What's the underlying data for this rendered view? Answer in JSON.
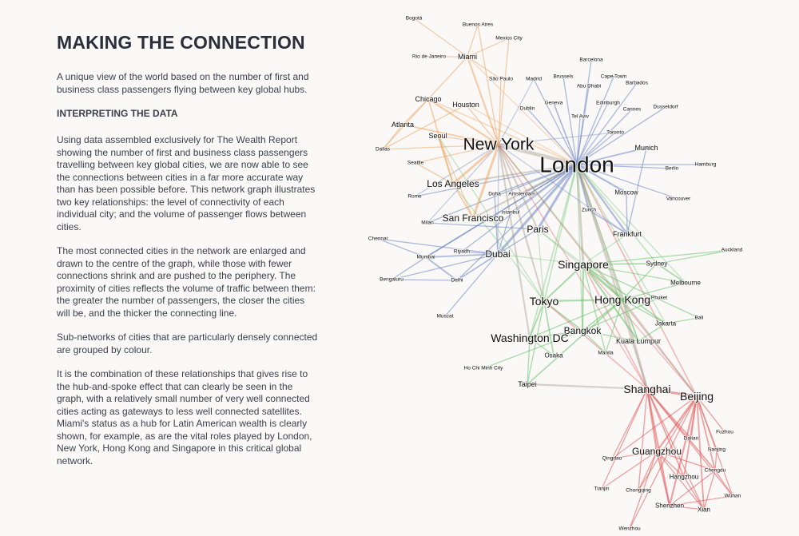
{
  "article": {
    "title": "MAKING THE CONNECTION",
    "intro": "A unique view of the world based on the number of first and business class passengers flying between key global hubs.",
    "section_heading": "INTERPRETING THE DATA",
    "paragraphs": [
      "Using data assembled exclusively for The Wealth Report showing the number of first and business class passengers travelling between key global cities, we are now able to see the connections between cities in a far more accurate way than has been possible before. This network graph illustrates two key relationships: the level of connectivity of each individual city; and the volume of passenger flows between cities.",
      "The most connected cities in the network are enlarged and drawn to the centre of the graph, while those with fewer connections shrink and are pushed to the periphery. The proximity of cities reflects the volume of traffic between them: the greater the number of passengers, the closer the cities will be, and the thicker the connecting line.",
      "Sub-networks of cities that are particularly densely connected are grouped by colour.",
      "It is the combination of these relationships that gives rise to the hub-and-spoke effect that can clearly be seen in the graph, with a relatively small number of very well connected cities acting as gateways to less well connected satellites. Miami's status as a hub for Latin American wealth is clearly shown, for example, as are the vital roles played by London, New York, Hong Kong and Singapore in this critical global network."
    ]
  },
  "colors": {
    "europe": "#6f87c2",
    "americas": "#f0a868",
    "asia": "#6cc36c",
    "china": "#e25a5a"
  },
  "cities": [
    {
      "name": "Bogotá",
      "size": 1,
      "group": "americas"
    },
    {
      "name": "Buenos Aires",
      "size": 1,
      "group": "americas"
    },
    {
      "name": "Mexico City",
      "size": 1,
      "group": "americas"
    },
    {
      "name": "Rio de Janeiro",
      "size": 1,
      "group": "americas"
    },
    {
      "name": "Miami",
      "size": 2,
      "group": "americas"
    },
    {
      "name": "São Paulo",
      "size": 1,
      "group": "americas"
    },
    {
      "name": "Madrid",
      "size": 1,
      "group": "europe"
    },
    {
      "name": "Brussels",
      "size": 1,
      "group": "europe"
    },
    {
      "name": "Barcelona",
      "size": 1,
      "group": "europe"
    },
    {
      "name": "Cape Town",
      "size": 1,
      "group": "europe"
    },
    {
      "name": "Abu Dhabi",
      "size": 1,
      "group": "europe"
    },
    {
      "name": "Barbados",
      "size": 1,
      "group": "europe"
    },
    {
      "name": "Chicago",
      "size": 2,
      "group": "americas"
    },
    {
      "name": "Houston",
      "size": 2,
      "group": "americas"
    },
    {
      "name": "Dublin",
      "size": 1,
      "group": "europe"
    },
    {
      "name": "Geneva",
      "size": 1,
      "group": "europe"
    },
    {
      "name": "Edinburgh",
      "size": 1,
      "group": "europe"
    },
    {
      "name": "Cannes",
      "size": 1,
      "group": "europe"
    },
    {
      "name": "Dusseldorf",
      "size": 1,
      "group": "europe"
    },
    {
      "name": "Tel Aviv",
      "size": 1,
      "group": "europe"
    },
    {
      "name": "Atlanta",
      "size": 2,
      "group": "americas"
    },
    {
      "name": "Seoul",
      "size": 2,
      "group": "americas"
    },
    {
      "name": "Toronto",
      "size": 1,
      "group": "europe"
    },
    {
      "name": "New York",
      "size": 6,
      "group": "americas"
    },
    {
      "name": "Dallas",
      "size": 1,
      "group": "americas"
    },
    {
      "name": "Munich",
      "size": 2,
      "group": "europe"
    },
    {
      "name": "London",
      "size": 7,
      "group": "europe"
    },
    {
      "name": "Seattle",
      "size": 1,
      "group": "americas"
    },
    {
      "name": "Berlin",
      "size": 1,
      "group": "europe"
    },
    {
      "name": "Hamburg",
      "size": 1,
      "group": "europe"
    },
    {
      "name": "Los Angeles",
      "size": 3,
      "group": "americas"
    },
    {
      "name": "Doha",
      "size": 1,
      "group": "europe"
    },
    {
      "name": "Amsterdam",
      "size": 1,
      "group": "europe"
    },
    {
      "name": "Moscow",
      "size": 1.5,
      "group": "europe"
    },
    {
      "name": "Rome",
      "size": 1,
      "group": "europe"
    },
    {
      "name": "Vancouver",
      "size": 1,
      "group": "europe"
    },
    {
      "name": "Istanbul",
      "size": 1,
      "group": "europe"
    },
    {
      "name": "Zurich",
      "size": 1,
      "group": "europe"
    },
    {
      "name": "San Francisco",
      "size": 3,
      "group": "americas"
    },
    {
      "name": "Milan",
      "size": 1,
      "group": "europe"
    },
    {
      "name": "Paris",
      "size": 3,
      "group": "europe"
    },
    {
      "name": "Frankfurt",
      "size": 2,
      "group": "europe"
    },
    {
      "name": "Chennai",
      "size": 1,
      "group": "europe"
    },
    {
      "name": "Riyadh",
      "size": 1,
      "group": "europe"
    },
    {
      "name": "Dubai",
      "size": 3,
      "group": "europe"
    },
    {
      "name": "Auckland",
      "size": 1,
      "group": "asia"
    },
    {
      "name": "Mumbai",
      "size": 1,
      "group": "europe"
    },
    {
      "name": "Singapore",
      "size": 4,
      "group": "asia"
    },
    {
      "name": "Sydney",
      "size": 1.5,
      "group": "asia"
    },
    {
      "name": "Bengaluru",
      "size": 1,
      "group": "europe"
    },
    {
      "name": "Delhi",
      "size": 1,
      "group": "europe"
    },
    {
      "name": "Melbourne",
      "size": 1.5,
      "group": "asia"
    },
    {
      "name": "Tokyo",
      "size": 4,
      "group": "asia"
    },
    {
      "name": "Hong Kong",
      "size": 4,
      "group": "asia"
    },
    {
      "name": "Phuket",
      "size": 1,
      "group": "asia"
    },
    {
      "name": "Muscat",
      "size": 1,
      "group": "europe"
    },
    {
      "name": "Jakarta",
      "size": 1.5,
      "group": "asia"
    },
    {
      "name": "Bali",
      "size": 1,
      "group": "asia"
    },
    {
      "name": "Bangkok",
      "size": 3,
      "group": "asia"
    },
    {
      "name": "Washington DC",
      "size": 4,
      "group": "asia"
    },
    {
      "name": "Kuala Lumpur",
      "size": 2,
      "group": "asia"
    },
    {
      "name": "Osaka",
      "size": 1.5,
      "group": "asia"
    },
    {
      "name": "Manila",
      "size": 1,
      "group": "asia"
    },
    {
      "name": "Ho Chi Minh City",
      "size": 1,
      "group": "asia"
    },
    {
      "name": "Taipei",
      "size": 2,
      "group": "asia"
    },
    {
      "name": "Shanghai",
      "size": 4,
      "group": "china"
    },
    {
      "name": "Beijing",
      "size": 4,
      "group": "china"
    },
    {
      "name": "Fuzhou",
      "size": 1,
      "group": "china"
    },
    {
      "name": "Dalian",
      "size": 1,
      "group": "china"
    },
    {
      "name": "Guangzhou",
      "size": 3,
      "group": "china"
    },
    {
      "name": "Nanjing",
      "size": 1,
      "group": "china"
    },
    {
      "name": "Qingdao",
      "size": 1,
      "group": "china"
    },
    {
      "name": "Chengdu",
      "size": 1,
      "group": "china"
    },
    {
      "name": "Hangzhou",
      "size": 1.5,
      "group": "china"
    },
    {
      "name": "Tianjin",
      "size": 1,
      "group": "china"
    },
    {
      "name": "Chongqing",
      "size": 1,
      "group": "china"
    },
    {
      "name": "Wuhan",
      "size": 1,
      "group": "china"
    },
    {
      "name": "Shenzhen",
      "size": 1.5,
      "group": "china"
    },
    {
      "name": "Xian",
      "size": 1.5,
      "group": "china"
    },
    {
      "name": "Wenzhou",
      "size": 1,
      "group": "china"
    }
  ],
  "links": [
    [
      "London",
      "New York",
      5
    ],
    [
      "London",
      "Paris",
      3
    ],
    [
      "London",
      "Dubai",
      3
    ],
    [
      "London",
      "Singapore",
      3
    ],
    [
      "London",
      "Hong Kong",
      3
    ],
    [
      "London",
      "Frankfurt",
      2
    ],
    [
      "London",
      "Moscow",
      2
    ],
    [
      "London",
      "Zurich",
      2
    ],
    [
      "London",
      "Munich",
      1.5
    ],
    [
      "London",
      "Geneva",
      1.5
    ],
    [
      "London",
      "Dublin",
      1
    ],
    [
      "London",
      "Madrid",
      1
    ],
    [
      "London",
      "Brussels",
      1
    ],
    [
      "London",
      "Amsterdam",
      1.5
    ],
    [
      "London",
      "Edinburgh",
      1
    ],
    [
      "London",
      "Tel Aviv",
      1
    ],
    [
      "London",
      "Toronto",
      1
    ],
    [
      "London",
      "Berlin",
      1
    ],
    [
      "London",
      "Hamburg",
      1
    ],
    [
      "London",
      "Cannes",
      1
    ],
    [
      "London",
      "Dusseldorf",
      1
    ],
    [
      "London",
      "Barcelona",
      1
    ],
    [
      "London",
      "Cape Town",
      1
    ],
    [
      "London",
      "Abu Dhabi",
      1
    ],
    [
      "London",
      "Barbados",
      1
    ],
    [
      "London",
      "Doha",
      1
    ],
    [
      "London",
      "Istanbul",
      1
    ],
    [
      "London",
      "Mumbai",
      1.5
    ],
    [
      "London",
      "Delhi",
      1
    ],
    [
      "London",
      "Riyadh",
      1
    ],
    [
      "London",
      "Sydney",
      1.5
    ],
    [
      "London",
      "Tokyo",
      1.5
    ],
    [
      "London",
      "Shanghai",
      2
    ],
    [
      "London",
      "Beijing",
      1.5
    ],
    [
      "London",
      "Washington DC",
      1.5
    ],
    [
      "London",
      "Bangkok",
      1
    ],
    [
      "London",
      "Kuala Lumpur",
      1
    ],
    [
      "London",
      "Milan",
      1
    ],
    [
      "London",
      "Rome",
      1
    ],
    [
      "London",
      "Vancouver",
      1
    ],
    [
      "London",
      "Los Angeles",
      2
    ],
    [
      "London",
      "San Francisco",
      2
    ],
    [
      "London",
      "Chicago",
      1.5
    ],
    [
      "London",
      "Houston",
      1
    ],
    [
      "London",
      "Miami",
      1
    ],
    [
      "London",
      "Mumbai",
      1
    ],
    [
      "London",
      "Melbourne",
      1
    ],
    [
      "London",
      "Jakarta",
      1
    ],
    [
      "New York",
      "Los Angeles",
      3
    ],
    [
      "New York",
      "San Francisco",
      3
    ],
    [
      "New York",
      "Chicago",
      2
    ],
    [
      "New York",
      "Miami",
      2
    ],
    [
      "New York",
      "Atlanta",
      1.5
    ],
    [
      "New York",
      "Dallas",
      1
    ],
    [
      "New York",
      "Houston",
      1
    ],
    [
      "New York",
      "Seattle",
      1
    ],
    [
      "New York",
      "São Paulo",
      1
    ],
    [
      "New York",
      "Mexico City",
      1
    ],
    [
      "New York",
      "Buenos Aires",
      1
    ],
    [
      "New York",
      "Paris",
      2
    ],
    [
      "New York",
      "Tokyo",
      2
    ],
    [
      "New York",
      "Hong Kong",
      1.5
    ],
    [
      "New York",
      "Washington DC",
      2
    ],
    [
      "New York",
      "Seoul",
      1
    ],
    [
      "New York",
      "Shanghai",
      1
    ],
    [
      "New York",
      "Beijing",
      1
    ],
    [
      "New York",
      "Frankfurt",
      1
    ],
    [
      "New York",
      "Dubai",
      1
    ],
    [
      "New York",
      "Milan",
      1
    ],
    [
      "New York",
      "Rome",
      1
    ],
    [
      "New York",
      "Toronto",
      1
    ],
    [
      "New York",
      "Madrid",
      1
    ],
    [
      "Miami",
      "Bogotá",
      1
    ],
    [
      "Miami",
      "Buenos Aires",
      1
    ],
    [
      "Miami",
      "São Paulo",
      1
    ],
    [
      "Miami",
      "Rio de Janeiro",
      1
    ],
    [
      "Miami",
      "Mexico City",
      1
    ],
    [
      "Miami",
      "Chicago",
      1
    ],
    [
      "Chicago",
      "Atlanta",
      1
    ],
    [
      "Chicago",
      "Dallas",
      1
    ],
    [
      "Chicago",
      "Los Angeles",
      1.5
    ],
    [
      "Atlanta",
      "Dallas",
      1
    ],
    [
      "Los Angeles",
      "Seattle",
      1
    ],
    [
      "Los Angeles",
      "San Francisco",
      1.5
    ],
    [
      "Los Angeles",
      "Seoul",
      1.5
    ],
    [
      "Los Angeles",
      "Tokyo",
      1
    ],
    [
      "Seoul",
      "Tokyo",
      1
    ],
    [
      "Seoul",
      "San Francisco",
      1
    ],
    [
      "Houston",
      "Dallas",
      1
    ],
    [
      "Paris",
      "Dubai",
      1
    ],
    [
      "Paris",
      "Singapore",
      1
    ],
    [
      "Paris",
      "Tokyo",
      1
    ],
    [
      "Paris",
      "Milan",
      1
    ],
    [
      "Paris",
      "Hong Kong",
      1
    ],
    [
      "Dubai",
      "Mumbai",
      1.5
    ],
    [
      "Dubai",
      "Delhi",
      1.5
    ],
    [
      "Dubai",
      "Riyadh",
      1
    ],
    [
      "Dubai",
      "Muscat",
      1
    ],
    [
      "Dubai",
      "Bengaluru",
      1
    ],
    [
      "Dubai",
      "Singapore",
      1
    ],
    [
      "Dubai",
      "Doha",
      1
    ],
    [
      "Dubai",
      "Chennai",
      1
    ],
    [
      "Dubai",
      "Istanbul",
      1
    ],
    [
      "Mumbai",
      "Delhi",
      1.5
    ],
    [
      "Mumbai",
      "Bengaluru",
      1
    ],
    [
      "Delhi",
      "Bengaluru",
      1
    ],
    [
      "Mumbai",
      "Chennai",
      1
    ],
    [
      "Frankfurt",
      "Zurich",
      1
    ],
    [
      "Frankfurt",
      "Moscow",
      1
    ],
    [
      "Frankfurt",
      "Munich",
      1
    ],
    [
      "Frankfurt",
      "Singapore",
      1
    ],
    [
      "Singapore",
      "Hong Kong",
      2.5
    ],
    [
      "Singapore",
      "Tokyo",
      2
    ],
    [
      "Singapore",
      "Sydney",
      1.5
    ],
    [
      "Singapore",
      "Melbourne",
      1
    ],
    [
      "Singapore",
      "Jakarta",
      1.5
    ],
    [
      "Singapore",
      "Bangkok",
      2
    ],
    [
      "Singapore",
      "Kuala Lumpur",
      2
    ],
    [
      "Singapore",
      "Shanghai",
      1.5
    ],
    [
      "Singapore",
      "Beijing",
      1
    ],
    [
      "Singapore",
      "Bali",
      1
    ],
    [
      "Singapore",
      "Manila",
      1
    ],
    [
      "Singapore",
      "Auckland",
      1
    ],
    [
      "Hong Kong",
      "Tokyo",
      2
    ],
    [
      "Hong Kong",
      "Shanghai",
      2.5
    ],
    [
      "Hong Kong",
      "Beijing",
      2
    ],
    [
      "Hong Kong",
      "Bangkok",
      1.5
    ],
    [
      "Hong Kong",
      "Taipei",
      1.5
    ],
    [
      "Hong Kong",
      "Sydney",
      1
    ],
    [
      "Hong Kong",
      "Manila",
      1
    ],
    [
      "Hong Kong",
      "Jakarta",
      1
    ],
    [
      "Hong Kong",
      "Kuala Lumpur",
      1
    ],
    [
      "Hong Kong",
      "Phuket",
      1
    ],
    [
      "Hong Kong",
      "Melbourne",
      1
    ],
    [
      "Hong Kong",
      "Washington DC",
      1
    ],
    [
      "Tokyo",
      "Osaka",
      1.5
    ],
    [
      "Tokyo",
      "Washington DC",
      1.5
    ],
    [
      "Tokyo",
      "Bangkok",
      1.5
    ],
    [
      "Tokyo",
      "Taipei",
      1
    ],
    [
      "Tokyo",
      "Shanghai",
      1.5
    ],
    [
      "Washington DC",
      "Osaka",
      1
    ],
    [
      "Washington DC",
      "Bangkok",
      1
    ],
    [
      "Washington DC",
      "Taipei",
      1
    ],
    [
      "Bangkok",
      "Kuala Lumpur",
      1
    ],
    [
      "Bangkok",
      "Phuket",
      1
    ],
    [
      "Bangkok",
      "Manila",
      1
    ],
    [
      "Bangkok",
      "Ho Chi Minh City",
      1
    ],
    [
      "Sydney",
      "Melbourne",
      1.5
    ],
    [
      "Sydney",
      "Auckland",
      1
    ],
    [
      "Jakarta",
      "Bali",
      1
    ],
    [
      "Kuala Lumpur",
      "Jakarta",
      1
    ],
    [
      "Shanghai",
      "Beijing",
      3
    ],
    [
      "Shanghai",
      "Guangzhou",
      2
    ],
    [
      "Shanghai",
      "Shenzhen",
      2
    ],
    [
      "Shanghai",
      "Hangzhou",
      1.5
    ],
    [
      "Shanghai",
      "Chengdu",
      1.5
    ],
    [
      "Shanghai",
      "Dalian",
      1
    ],
    [
      "Shanghai",
      "Qingdao",
      1
    ],
    [
      "Shanghai",
      "Xian",
      1
    ],
    [
      "Shanghai",
      "Chongqing",
      1
    ],
    [
      "Shanghai",
      "Wuhan",
      1
    ],
    [
      "Shanghai",
      "Taipei",
      2
    ],
    [
      "Shanghai",
      "Tianjin",
      1
    ],
    [
      "Beijing",
      "Guangzhou",
      2
    ],
    [
      "Beijing",
      "Shenzhen",
      2
    ],
    [
      "Beijing",
      "Chengdu",
      1.5
    ],
    [
      "Beijing",
      "Hangzhou",
      1.5
    ],
    [
      "Beijing",
      "Xian",
      1.5
    ],
    [
      "Beijing",
      "Fuzhou",
      1
    ],
    [
      "Beijing",
      "Dalian",
      1
    ],
    [
      "Beijing",
      "Nanjing",
      1
    ],
    [
      "Beijing",
      "Wuhan",
      1
    ],
    [
      "Beijing",
      "Chongqing",
      1
    ],
    [
      "Beijing",
      "Qingdao",
      1
    ],
    [
      "Beijing",
      "Wenzhou",
      1
    ],
    [
      "Guangzhou",
      "Shenzhen",
      1.5
    ],
    [
      "Guangzhou",
      "Chongqing",
      1
    ],
    [
      "Guangzhou",
      "Hangzhou",
      1
    ],
    [
      "Guangzhou",
      "Chengdu",
      1
    ],
    [
      "Guangzhou",
      "Qingdao",
      1
    ],
    [
      "Guangzhou",
      "Tianjin",
      1
    ],
    [
      "Guangzhou",
      "Wenzhou",
      1
    ],
    [
      "Guangzhou",
      "Xian",
      1
    ],
    [
      "Shenzhen",
      "Xian",
      1
    ],
    [
      "Shenzhen",
      "Chengdu",
      1
    ],
    [
      "Shenzhen",
      "Wuhan",
      1
    ],
    [
      "Hangzhou",
      "Xian",
      1
    ],
    [
      "Chengdu",
      "Wuhan",
      1
    ],
    [
      "Chengdu",
      "Xian",
      1
    ],
    [
      "Nanjing",
      "Chengdu",
      1
    ]
  ]
}
